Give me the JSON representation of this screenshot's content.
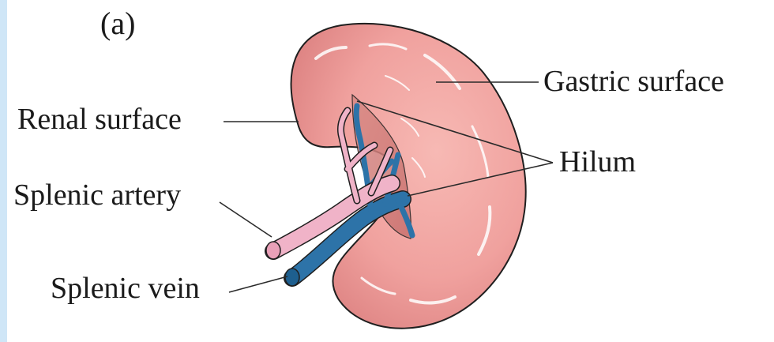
{
  "figure": {
    "label": "(a)"
  },
  "labels": {
    "gastric_surface": "Gastric surface",
    "renal_surface": "Renal surface",
    "hilum": "Hilum",
    "splenic_artery": "Splenic artery",
    "splenic_vein": "Splenic vein"
  },
  "colors": {
    "organ_fill": "#f2a3a3",
    "organ_edge": "#1f1f1f",
    "artery": "#f0b3c8",
    "vein": "#2d73a8",
    "leader_line": "#2a2a2a",
    "left_strip": "#cfe6f7"
  }
}
